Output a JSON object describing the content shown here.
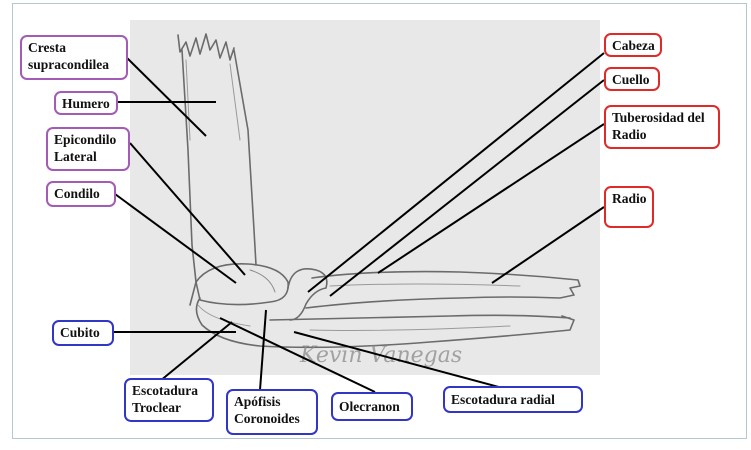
{
  "labels": {
    "cresta": "Cresta\nsupracondilea",
    "humero": "Humero",
    "epicondilo": "Epicondilo\nLateral",
    "condilo": "Condilo",
    "cubito": "Cubito",
    "escotadura_troclear": "Escotadura\nTroclear",
    "apofisis": "Apófisis\nCoronoides",
    "olecranon": "Olecranon",
    "escotadura_radial": "Escotadura radial",
    "cabeza": "Cabeza",
    "cuello": "Cuello",
    "tuberosidad": "Tuberosidad del\nRadio",
    "radio": "Radio"
  },
  "signature": "Kevin Vanegas",
  "colors": {
    "humeral_group": "#a35bb5",
    "radial_group": "#e02a2a",
    "ulnar_group": "#3136c4",
    "leader_line": "#000000",
    "paper": "#e9e9e9"
  }
}
